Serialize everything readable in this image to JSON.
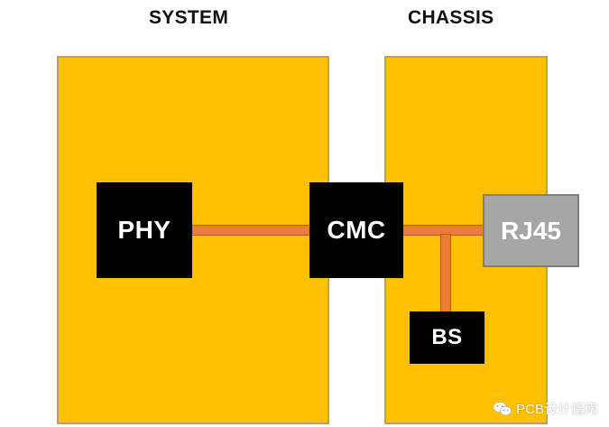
{
  "headings": {
    "system": "SYSTEM",
    "chassis": "CHASSIS"
  },
  "blocks": {
    "phy": "PHY",
    "cmc": "CMC",
    "rj45": "RJ45",
    "bs": "BS"
  },
  "watermark": {
    "text": "PCB设计指南",
    "icon": "wechat-icon"
  },
  "colors": {
    "panel": "#ffc000",
    "chip": "#000000",
    "wire": "#ed7d31",
    "connector": "#a6a6a6"
  }
}
